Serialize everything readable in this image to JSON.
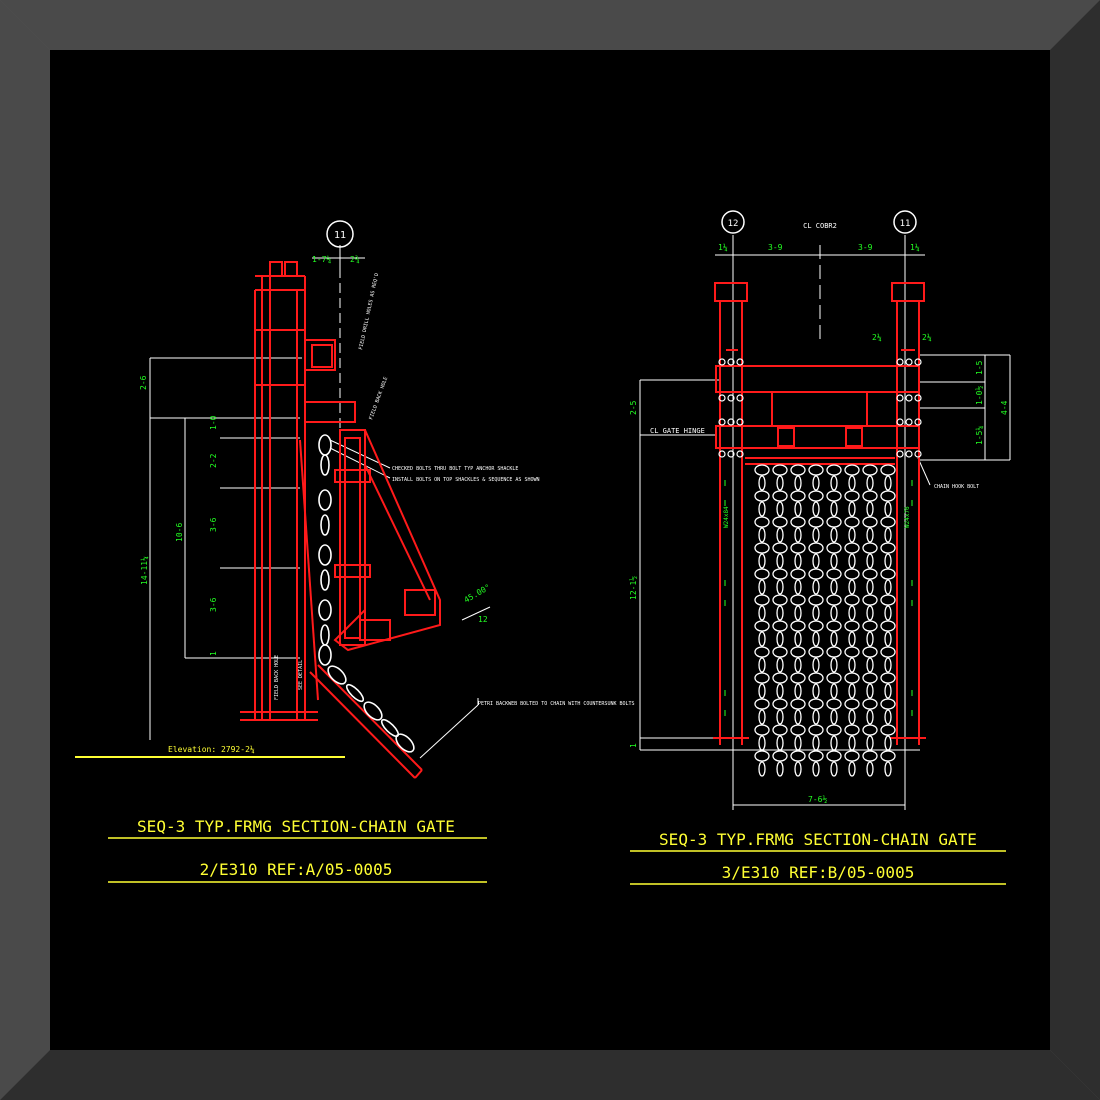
{
  "colors": {
    "frame_outer": "#5a5a5a",
    "frame_bevel_light": "#4a4a4a",
    "frame_bevel_dark": "#2e2e2e",
    "background": "#000000",
    "red": "#ff1a1a",
    "white": "#ffffff",
    "yellow": "#ffff33",
    "green": "#22ff22"
  },
  "left": {
    "title": "SEQ-3 TYP.FRMG SECTION-CHAIN GATE",
    "ref": "2/E310 REF:A/05-0005",
    "grid_bubble": "11",
    "elevation": "Elevation: 2792-2¼",
    "dims": {
      "top_a": "1-7¼",
      "top_b": "2¾",
      "d1": "2-6",
      "d2": "1-0",
      "d3": "2-2",
      "d4": "3-6",
      "d5": "3-6",
      "d6": "1",
      "total_a": "10-6",
      "total_b": "14-11¼",
      "angle_a": "45.00°",
      "angle_b": "12"
    },
    "notes": {
      "note1": "CHECKED BOLTS THRU BOLT TYP ANCHOR SHACKLE",
      "note2": "INSTALL BOLTS ON TOP SHACKLES & SEQUENCE AS SHOWN",
      "note3": "FIELD DRILL HOLES AS REQ'D",
      "note4": "FIELD BACK HOLE",
      "note5": "FIELD BACK HOLE",
      "note6": "PETRI BACKWEB BOLTED TO CHAIN WITH COUNTERSUNK BOLTS",
      "note7": "SEE DETAIL"
    }
  },
  "right": {
    "title": "SEQ-3 TYP.FRMG SECTION-CHAIN GATE",
    "ref": "3/E310 REF:B/05-0005",
    "bubble_left": "12",
    "bubble_right": "11",
    "centerline": "CL COBR2",
    "gate_hinge": "CL GATE HINGE",
    "hook_bolt": "CHAIN HOOK BOLT",
    "dims": {
      "top_l": "1¼",
      "top_m1": "3-9",
      "top_m2": "3-9",
      "top_r": "1¼",
      "side_a": "2-5",
      "side_b": "12-1½",
      "side_c": "1",
      "r1": "1-5",
      "r2": "1-0½",
      "r3": "1-5¼",
      "r4": "4-4",
      "bottom": "7-6½",
      "small_l": "2¼",
      "small_r": "2¼",
      "beam1": "W24x84",
      "beam2": "W24x76"
    }
  }
}
